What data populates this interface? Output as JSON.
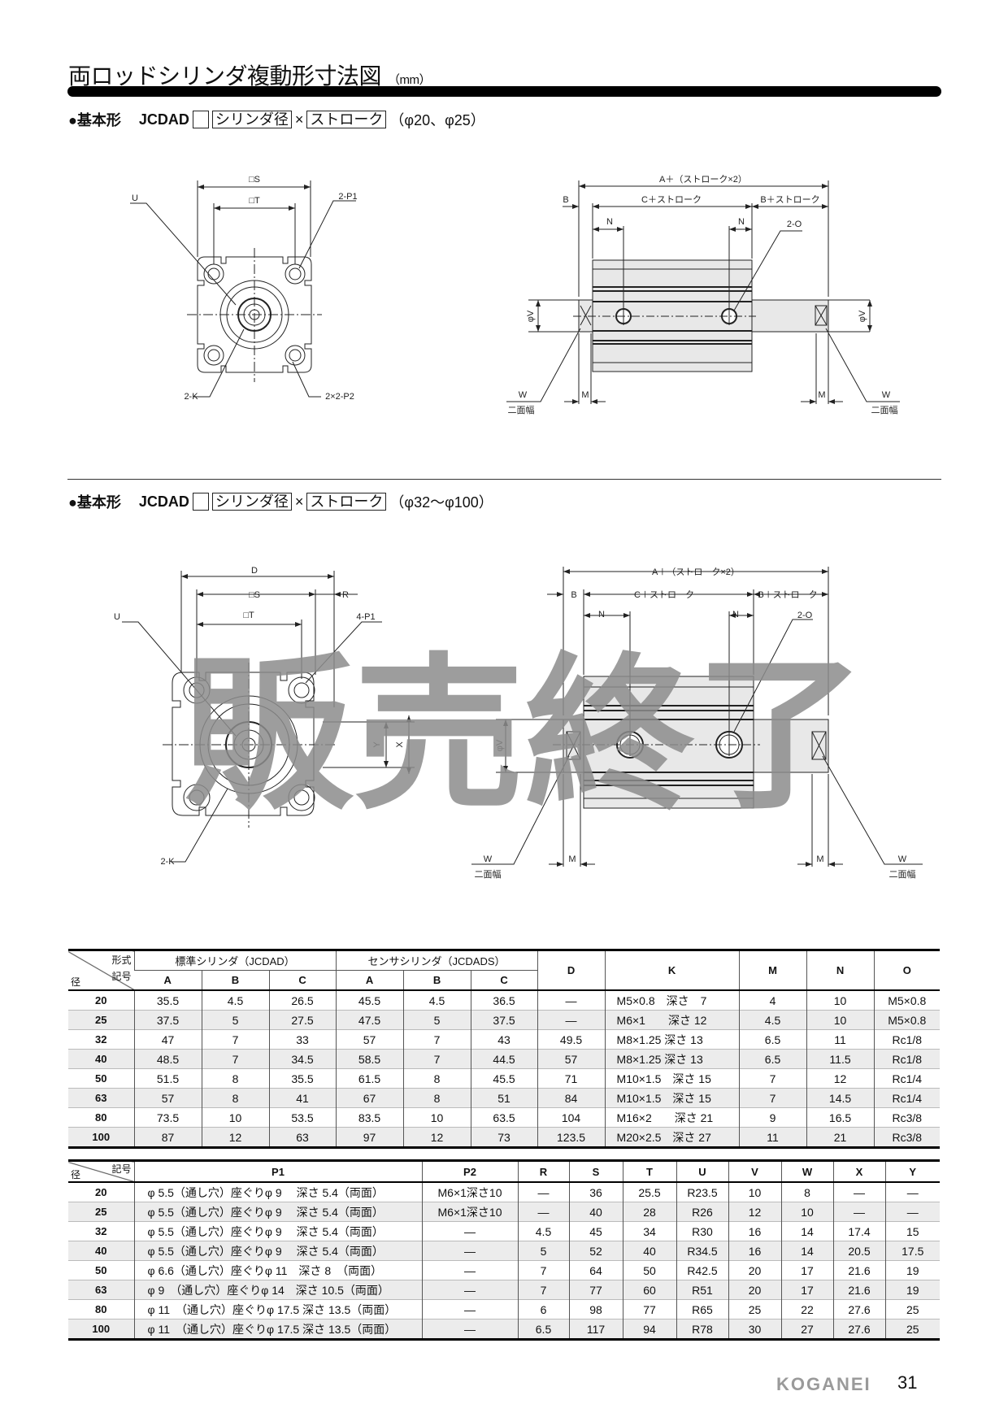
{
  "title": "両ロッドシリンダ複動形寸法図",
  "title_unit": "（mm）",
  "section1": {
    "bullet": "●基本形",
    "model": "JCDAD",
    "box1": "シリンダ径",
    "times": "×",
    "box2": "ストローク",
    "range": "（φ20、φ25）"
  },
  "section2": {
    "bullet": "●基本形",
    "model": "JCDAD",
    "box1": "シリンダ径",
    "times": "×",
    "box2": "ストローク",
    "range": "（φ32～φ100）"
  },
  "drawing1": {
    "S": "□S",
    "T": "□T",
    "U": "U",
    "P1": "2-P1",
    "K": "2-K",
    "P2": "2×2-P2",
    "A": "A＋（ストローク×2）",
    "B": "B",
    "C": "C＋ストローク",
    "Bs": "B＋ストローク",
    "N": "N",
    "O": "2-O",
    "V": "φV",
    "W": "W",
    "M": "M",
    "flats": "二面幅"
  },
  "drawing2": {
    "D": "D",
    "S": "□S",
    "T": "□T",
    "R": "R",
    "U": "U",
    "P1": "4-P1",
    "K": "2-K",
    "X": "X",
    "Y": "Y",
    "A": "A＋（ストローク×2）",
    "B": "B",
    "C": "C＋ストローク",
    "Bs": "B＋ストローク",
    "N": "N",
    "O": "2-O",
    "V": "φV",
    "W": "W",
    "M": "M",
    "flats": "二面幅"
  },
  "watermark": "販売終了",
  "table1": {
    "corner_type": "形式",
    "corner_symbol": "記号",
    "corner_bore": "径",
    "group_std": "標準シリンダ（JCDAD）",
    "group_sensor": "センサシリンダ（JCDADS）",
    "sub_headers": [
      "A",
      "B",
      "C",
      "A",
      "B",
      "C"
    ],
    "headers": [
      "D",
      "K",
      "M",
      "N",
      "O"
    ],
    "rows": [
      [
        "20",
        "35.5",
        "4.5",
        "26.5",
        "45.5",
        "4.5",
        "36.5",
        "—",
        "M5×0.8　深さ　7",
        "4",
        "10",
        "M5×0.8"
      ],
      [
        "25",
        "37.5",
        "5",
        "27.5",
        "47.5",
        "5",
        "37.5",
        "—",
        "M6×1　　深さ 12",
        "4.5",
        "10",
        "M5×0.8"
      ],
      [
        "32",
        "47",
        "7",
        "33",
        "57",
        "7",
        "43",
        "49.5",
        "M8×1.25 深さ 13",
        "6.5",
        "11",
        "Rc1/8"
      ],
      [
        "40",
        "48.5",
        "7",
        "34.5",
        "58.5",
        "7",
        "44.5",
        "57",
        "M8×1.25 深さ 13",
        "6.5",
        "11.5",
        "Rc1/8"
      ],
      [
        "50",
        "51.5",
        "8",
        "35.5",
        "61.5",
        "8",
        "45.5",
        "71",
        "M10×1.5　深さ 15",
        "7",
        "12",
        "Rc1/4"
      ],
      [
        "63",
        "57",
        "8",
        "41",
        "67",
        "8",
        "51",
        "84",
        "M10×1.5　深さ 15",
        "7",
        "14.5",
        "Rc1/4"
      ],
      [
        "80",
        "73.5",
        "10",
        "53.5",
        "83.5",
        "10",
        "63.5",
        "104",
        "M16×2　　深さ 21",
        "9",
        "16.5",
        "Rc3/8"
      ],
      [
        "100",
        "87",
        "12",
        "63",
        "97",
        "12",
        "73",
        "123.5",
        "M20×2.5　深さ 27",
        "11",
        "21",
        "Rc3/8"
      ]
    ]
  },
  "table2": {
    "corner_symbol": "記号",
    "corner_bore": "径",
    "headers": [
      "P1",
      "P2",
      "R",
      "S",
      "T",
      "U",
      "V",
      "W",
      "X",
      "Y"
    ],
    "rows": [
      [
        "20",
        "φ 5.5（通し穴）座ぐりφ 9　 深さ 5.4（両面）",
        "M6×1深さ10",
        "—",
        "36",
        "25.5",
        "R23.5",
        "10",
        "8",
        "—",
        "—"
      ],
      [
        "25",
        "φ 5.5（通し穴）座ぐりφ 9　 深さ 5.4（両面）",
        "M6×1深さ10",
        "—",
        "40",
        "28",
        "R26",
        "12",
        "10",
        "—",
        "—"
      ],
      [
        "32",
        "φ 5.5（通し穴）座ぐりφ 9　 深さ 5.4（両面）",
        "—",
        "4.5",
        "45",
        "34",
        "R30",
        "16",
        "14",
        "17.4",
        "15"
      ],
      [
        "40",
        "φ 5.5（通し穴）座ぐりφ 9　 深さ 5.4（両面）",
        "—",
        "5",
        "52",
        "40",
        "R34.5",
        "16",
        "14",
        "20.5",
        "17.5"
      ],
      [
        "50",
        "φ 6.6（通し穴）座ぐりφ 11　深さ 8　（両面）",
        "—",
        "7",
        "64",
        "50",
        "R42.5",
        "20",
        "17",
        "21.6",
        "19"
      ],
      [
        "63",
        "φ 9　（通し穴）座ぐりφ 14　深さ 10.5（両面）",
        "—",
        "7",
        "77",
        "60",
        "R51",
        "20",
        "17",
        "21.6",
        "19"
      ],
      [
        "80",
        "φ 11　（通し穴）座ぐりφ 17.5 深さ 13.5（両面）",
        "—",
        "6",
        "98",
        "77",
        "R65",
        "25",
        "22",
        "27.6",
        "25"
      ],
      [
        "100",
        "φ 11　（通し穴）座ぐりφ 17.5 深さ 13.5（両面）",
        "—",
        "6.5",
        "117",
        "94",
        "R78",
        "30",
        "27",
        "27.6",
        "25"
      ]
    ]
  },
  "footer": {
    "brand": "KOGANEI",
    "page": "31"
  },
  "colors": {
    "body_fill": "#e8e8e8",
    "shade_row": "#ececec",
    "watermark": "#8c8c8c",
    "brand": "#9a9a9a"
  }
}
